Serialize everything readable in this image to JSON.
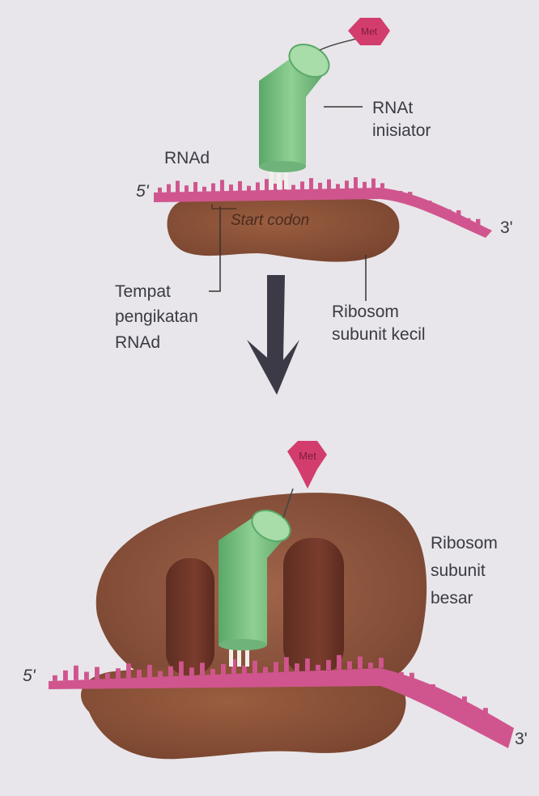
{
  "top_panel": {
    "met_label": "Met",
    "trna_label_line1": "RNAt",
    "trna_label_line2": "inisiator",
    "mrna_label": "RNAd",
    "five_prime": "5'",
    "three_prime": "3'",
    "start_codon": "Start codon",
    "binding_site_line1": "Tempat",
    "binding_site_line2": "pengikatan",
    "binding_site_line3": "RNAd",
    "small_subunit_line1": "Ribosom",
    "small_subunit_line2": "subunit kecil"
  },
  "bottom_panel": {
    "met_label": "Met",
    "large_subunit_line1": "Ribosom",
    "large_subunit_line2": "subunit",
    "large_subunit_line3": "besar",
    "five_prime": "5'",
    "three_prime": "3'"
  },
  "colors": {
    "mrna": "#d0558e",
    "met": "#d33d6e",
    "trna": "#7cc282",
    "ribosome": "#8a5236",
    "ribosome_dark": "#6e3a28",
    "arrow": "#3b3a46"
  }
}
